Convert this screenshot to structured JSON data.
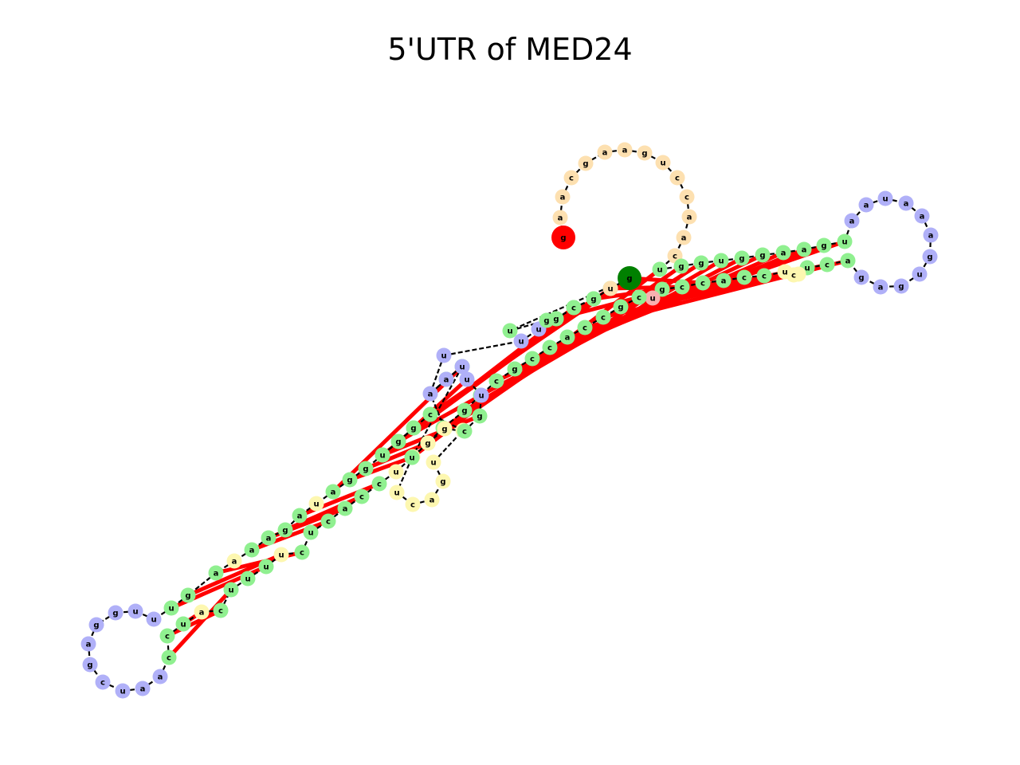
{
  "title": "5'UTR of MED24",
  "colors": {
    "stem": "#90f090",
    "interior_loop": "#fdf7b0",
    "hairpin_loop": "#b0b0f8",
    "multiloop": "#fde0b0",
    "five_prime_end": "#ff0000",
    "three_prime_end": "#008000",
    "unpaired_junction": "#f8b0b0",
    "pair_bond": "#ff0000",
    "backbone": "#000000"
  },
  "nucleotides": [
    {
      "base": "g",
      "type": "five_prime_end"
    },
    {
      "base": "a",
      "type": "multiloop"
    },
    {
      "base": "a",
      "type": "multiloop"
    },
    {
      "base": "c",
      "type": "multiloop"
    },
    {
      "base": "g",
      "type": "multiloop"
    },
    {
      "base": "a",
      "type": "multiloop"
    },
    {
      "base": "a",
      "type": "multiloop"
    },
    {
      "base": "g",
      "type": "multiloop"
    },
    {
      "base": "u",
      "type": "multiloop"
    },
    {
      "base": "c",
      "type": "multiloop"
    },
    {
      "base": "c",
      "type": "multiloop"
    },
    {
      "base": "a",
      "type": "multiloop"
    },
    {
      "base": "a",
      "type": "multiloop"
    },
    {
      "base": "c",
      "type": "multiloop"
    },
    {
      "base": "u",
      "type": "stem"
    },
    {
      "base": "g",
      "type": "stem"
    },
    {
      "base": "g",
      "type": "stem"
    },
    {
      "base": "u",
      "type": "stem"
    },
    {
      "base": "g",
      "type": "stem"
    },
    {
      "base": "g",
      "type": "stem"
    },
    {
      "base": "a",
      "type": "stem"
    },
    {
      "base": "a",
      "type": "stem"
    },
    {
      "base": "g",
      "type": "stem"
    },
    {
      "base": "u",
      "type": "stem"
    },
    {
      "base": "a",
      "type": "hairpin_loop"
    },
    {
      "base": "a",
      "type": "hairpin_loop"
    },
    {
      "base": "u",
      "type": "hairpin_loop"
    },
    {
      "base": "a",
      "type": "hairpin_loop"
    },
    {
      "base": "a",
      "type": "hairpin_loop"
    },
    {
      "base": "a",
      "type": "hairpin_loop"
    },
    {
      "base": "g",
      "type": "hairpin_loop"
    },
    {
      "base": "u",
      "type": "hairpin_loop"
    },
    {
      "base": "g",
      "type": "hairpin_loop"
    },
    {
      "base": "a",
      "type": "hairpin_loop"
    },
    {
      "base": "g",
      "type": "hairpin_loop"
    },
    {
      "base": "a",
      "type": "stem"
    },
    {
      "base": "c",
      "type": "stem"
    },
    {
      "base": "u",
      "type": "stem"
    },
    {
      "base": "g",
      "type": "interior_loop"
    },
    {
      "base": "c",
      "type": "interior_loop"
    },
    {
      "base": "u",
      "type": "interior_loop"
    },
    {
      "base": "c",
      "type": "stem"
    },
    {
      "base": "c",
      "type": "stem"
    },
    {
      "base": "a",
      "type": "stem"
    },
    {
      "base": "c",
      "type": "stem"
    },
    {
      "base": "c",
      "type": "stem"
    },
    {
      "base": "g",
      "type": "stem"
    },
    {
      "base": "u",
      "type": "unpaired_junction"
    },
    {
      "base": "c",
      "type": "stem"
    },
    {
      "base": "g",
      "type": "stem"
    },
    {
      "base": "c",
      "type": "stem"
    },
    {
      "base": "c",
      "type": "stem"
    },
    {
      "base": "a",
      "type": "stem"
    },
    {
      "base": "c",
      "type": "stem"
    },
    {
      "base": "c",
      "type": "stem"
    },
    {
      "base": "g",
      "type": "stem"
    },
    {
      "base": "c",
      "type": "stem"
    },
    {
      "base": "c",
      "type": "stem"
    },
    {
      "base": "g",
      "type": "stem"
    },
    {
      "base": "g",
      "type": "stem"
    },
    {
      "base": "g",
      "type": "stem"
    },
    {
      "base": "c",
      "type": "stem"
    },
    {
      "base": "u",
      "type": "interior_loop"
    },
    {
      "base": "c",
      "type": "interior_loop"
    },
    {
      "base": "a",
      "type": "interior_loop"
    },
    {
      "base": "g",
      "type": "interior_loop"
    },
    {
      "base": "u",
      "type": "interior_loop"
    },
    {
      "base": "g",
      "type": "interior_loop"
    },
    {
      "base": "c",
      "type": "stem"
    },
    {
      "base": "g",
      "type": "stem"
    },
    {
      "base": "g",
      "type": "stem"
    },
    {
      "base": "u",
      "type": "stem"
    },
    {
      "base": "g",
      "type": "stem"
    },
    {
      "base": "g",
      "type": "stem"
    },
    {
      "base": "u",
      "type": "stem"
    },
    {
      "base": "g",
      "type": "stem"
    },
    {
      "base": "g",
      "type": "stem"
    },
    {
      "base": "a",
      "type": "stem"
    },
    {
      "base": "u",
      "type": "interior_loop"
    },
    {
      "base": "a",
      "type": "stem"
    },
    {
      "base": "g",
      "type": "stem"
    },
    {
      "base": "a",
      "type": "stem"
    },
    {
      "base": "a",
      "type": "stem"
    },
    {
      "base": "a",
      "type": "interior_loop"
    },
    {
      "base": "a",
      "type": "stem"
    },
    {
      "base": "g",
      "type": "stem"
    },
    {
      "base": "u",
      "type": "stem"
    },
    {
      "base": "u",
      "type": "hairpin_loop"
    },
    {
      "base": "u",
      "type": "hairpin_loop"
    },
    {
      "base": "g",
      "type": "hairpin_loop"
    },
    {
      "base": "g",
      "type": "hairpin_loop"
    },
    {
      "base": "a",
      "type": "hairpin_loop"
    },
    {
      "base": "g",
      "type": "hairpin_loop"
    },
    {
      "base": "c",
      "type": "hairpin_loop"
    },
    {
      "base": "u",
      "type": "hairpin_loop"
    },
    {
      "base": "a",
      "type": "hairpin_loop"
    },
    {
      "base": "a",
      "type": "hairpin_loop"
    },
    {
      "base": "c",
      "type": "stem"
    },
    {
      "base": "c",
      "type": "stem"
    },
    {
      "base": "u",
      "type": "stem"
    },
    {
      "base": "a",
      "type": "interior_loop"
    },
    {
      "base": "c",
      "type": "stem"
    },
    {
      "base": "u",
      "type": "stem"
    },
    {
      "base": "u",
      "type": "stem"
    },
    {
      "base": "u",
      "type": "stem"
    },
    {
      "base": "u",
      "type": "interior_loop"
    },
    {
      "base": "c",
      "type": "stem"
    },
    {
      "base": "u",
      "type": "stem"
    },
    {
      "base": "c",
      "type": "stem"
    },
    {
      "base": "a",
      "type": "stem"
    },
    {
      "base": "c",
      "type": "stem"
    },
    {
      "base": "c",
      "type": "stem"
    },
    {
      "base": "u",
      "type": "interior_loop"
    },
    {
      "base": "c",
      "type": "interior_loop"
    },
    {
      "base": "a",
      "type": "interior_loop"
    },
    {
      "base": "a",
      "type": "interior_loop"
    },
    {
      "base": "a",
      "type": "interior_loop"
    },
    {
      "base": "g",
      "type": "stem"
    },
    {
      "base": "c",
      "type": "stem"
    },
    {
      "base": "u",
      "type": "stem"
    },
    {
      "base": "g",
      "type": "interior_loop"
    },
    {
      "base": "g",
      "type": "interior_loop"
    },
    {
      "base": "c",
      "type": "stem"
    },
    {
      "base": "g",
      "type": "stem"
    },
    {
      "base": "u",
      "type": "hairpin_loop"
    },
    {
      "base": "u",
      "type": "hairpin_loop"
    },
    {
      "base": "u",
      "type": "hairpin_loop"
    },
    {
      "base": "a",
      "type": "hairpin_loop"
    },
    {
      "base": "a",
      "type": "hairpin_loop"
    },
    {
      "base": "u",
      "type": "hairpin_loop"
    },
    {
      "base": "u",
      "type": "hairpin_loop"
    },
    {
      "base": "u",
      "type": "hairpin_loop"
    },
    {
      "base": "g",
      "type": "stem"
    },
    {
      "base": "c",
      "type": "stem"
    },
    {
      "base": "g",
      "type": "stem"
    },
    {
      "base": "g",
      "type": "stem"
    },
    {
      "base": "a",
      "type": "interior_loop"
    },
    {
      "base": "u",
      "type": "stem"
    },
    {
      "base": "g",
      "type": "stem"
    },
    {
      "base": "g",
      "type": "stem"
    },
    {
      "base": "c",
      "type": "stem"
    },
    {
      "base": "g",
      "type": "stem"
    },
    {
      "base": "u",
      "type": "multiloop"
    },
    {
      "base": "g",
      "type": "three_prime_end"
    }
  ],
  "pairs": [
    [
      14,
      61
    ],
    [
      15,
      60
    ],
    [
      16,
      59
    ],
    [
      17,
      58
    ],
    [
      18,
      57
    ],
    [
      19,
      56
    ],
    [
      20,
      55
    ],
    [
      21,
      54
    ],
    [
      22,
      53
    ],
    [
      23,
      52
    ],
    [
      35,
      51
    ],
    [
      36,
      50
    ],
    [
      37,
      49
    ],
    [
      41,
      146
    ],
    [
      42,
      145
    ],
    [
      43,
      144
    ],
    [
      44,
      143
    ],
    [
      45,
      142
    ],
    [
      46,
      141
    ],
    [
      48,
      139
    ],
    [
      68,
      136
    ],
    [
      69,
      135
    ],
    [
      70,
      134
    ],
    [
      71,
      133
    ],
    [
      72,
      125
    ],
    [
      73,
      124
    ],
    [
      74,
      123
    ],
    [
      75,
      120
    ],
    [
      76,
      119
    ],
    [
      77,
      118
    ],
    [
      79,
      111
    ],
    [
      80,
      110
    ],
    [
      81,
      109
    ],
    [
      82,
      108
    ],
    [
      84,
      106
    ],
    [
      85,
      105
    ],
    [
      86,
      104
    ],
    [
      97,
      102
    ],
    [
      98,
      101
    ],
    [
      99,
      100
    ]
  ]
}
